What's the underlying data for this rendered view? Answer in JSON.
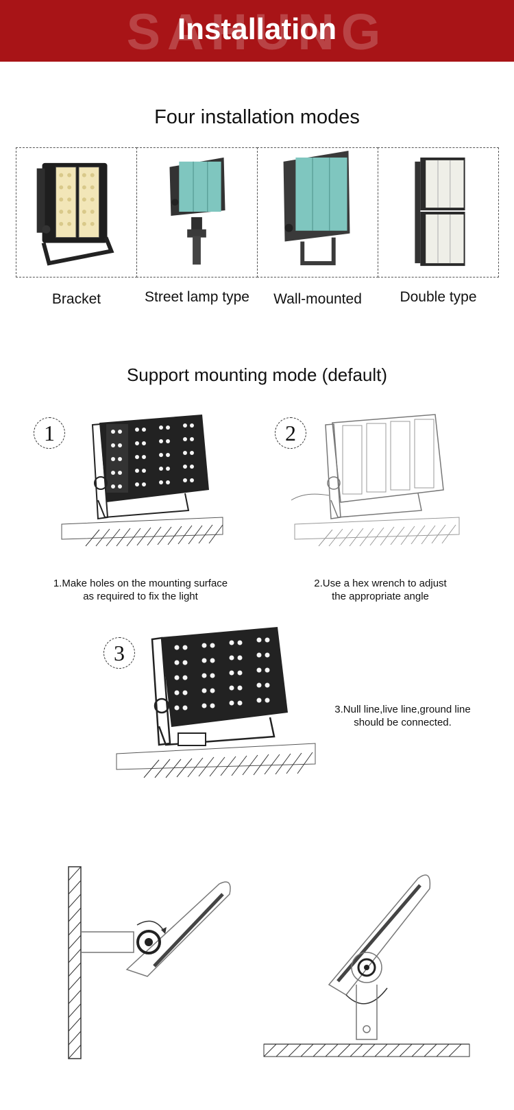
{
  "header": {
    "title": "Installation",
    "watermark": "SAHUNG"
  },
  "modes": {
    "title": "Four installation modes",
    "items": [
      {
        "label": "Bracket"
      },
      {
        "label": "Street lamp type"
      },
      {
        "label": "Wall-mounted"
      },
      {
        "label": "Double type"
      }
    ]
  },
  "mounting": {
    "title": "Support mounting mode (default)",
    "steps": [
      {
        "number": "1",
        "line1": "1.Make holes on the mounting surface",
        "line2": "as required to fix the light"
      },
      {
        "number": "2",
        "line1": "2.Use a hex wrench to adjust",
        "line2": "the appropriate angle"
      },
      {
        "number": "3",
        "line1": "3.Null line,live line,ground line",
        "line2": "should be connected."
      }
    ]
  },
  "colors": {
    "banner": "#a81417",
    "panel_dark": "#2b2b2b",
    "led_teal": "#7fc6bf",
    "led_warm": "#f2e6b8"
  }
}
